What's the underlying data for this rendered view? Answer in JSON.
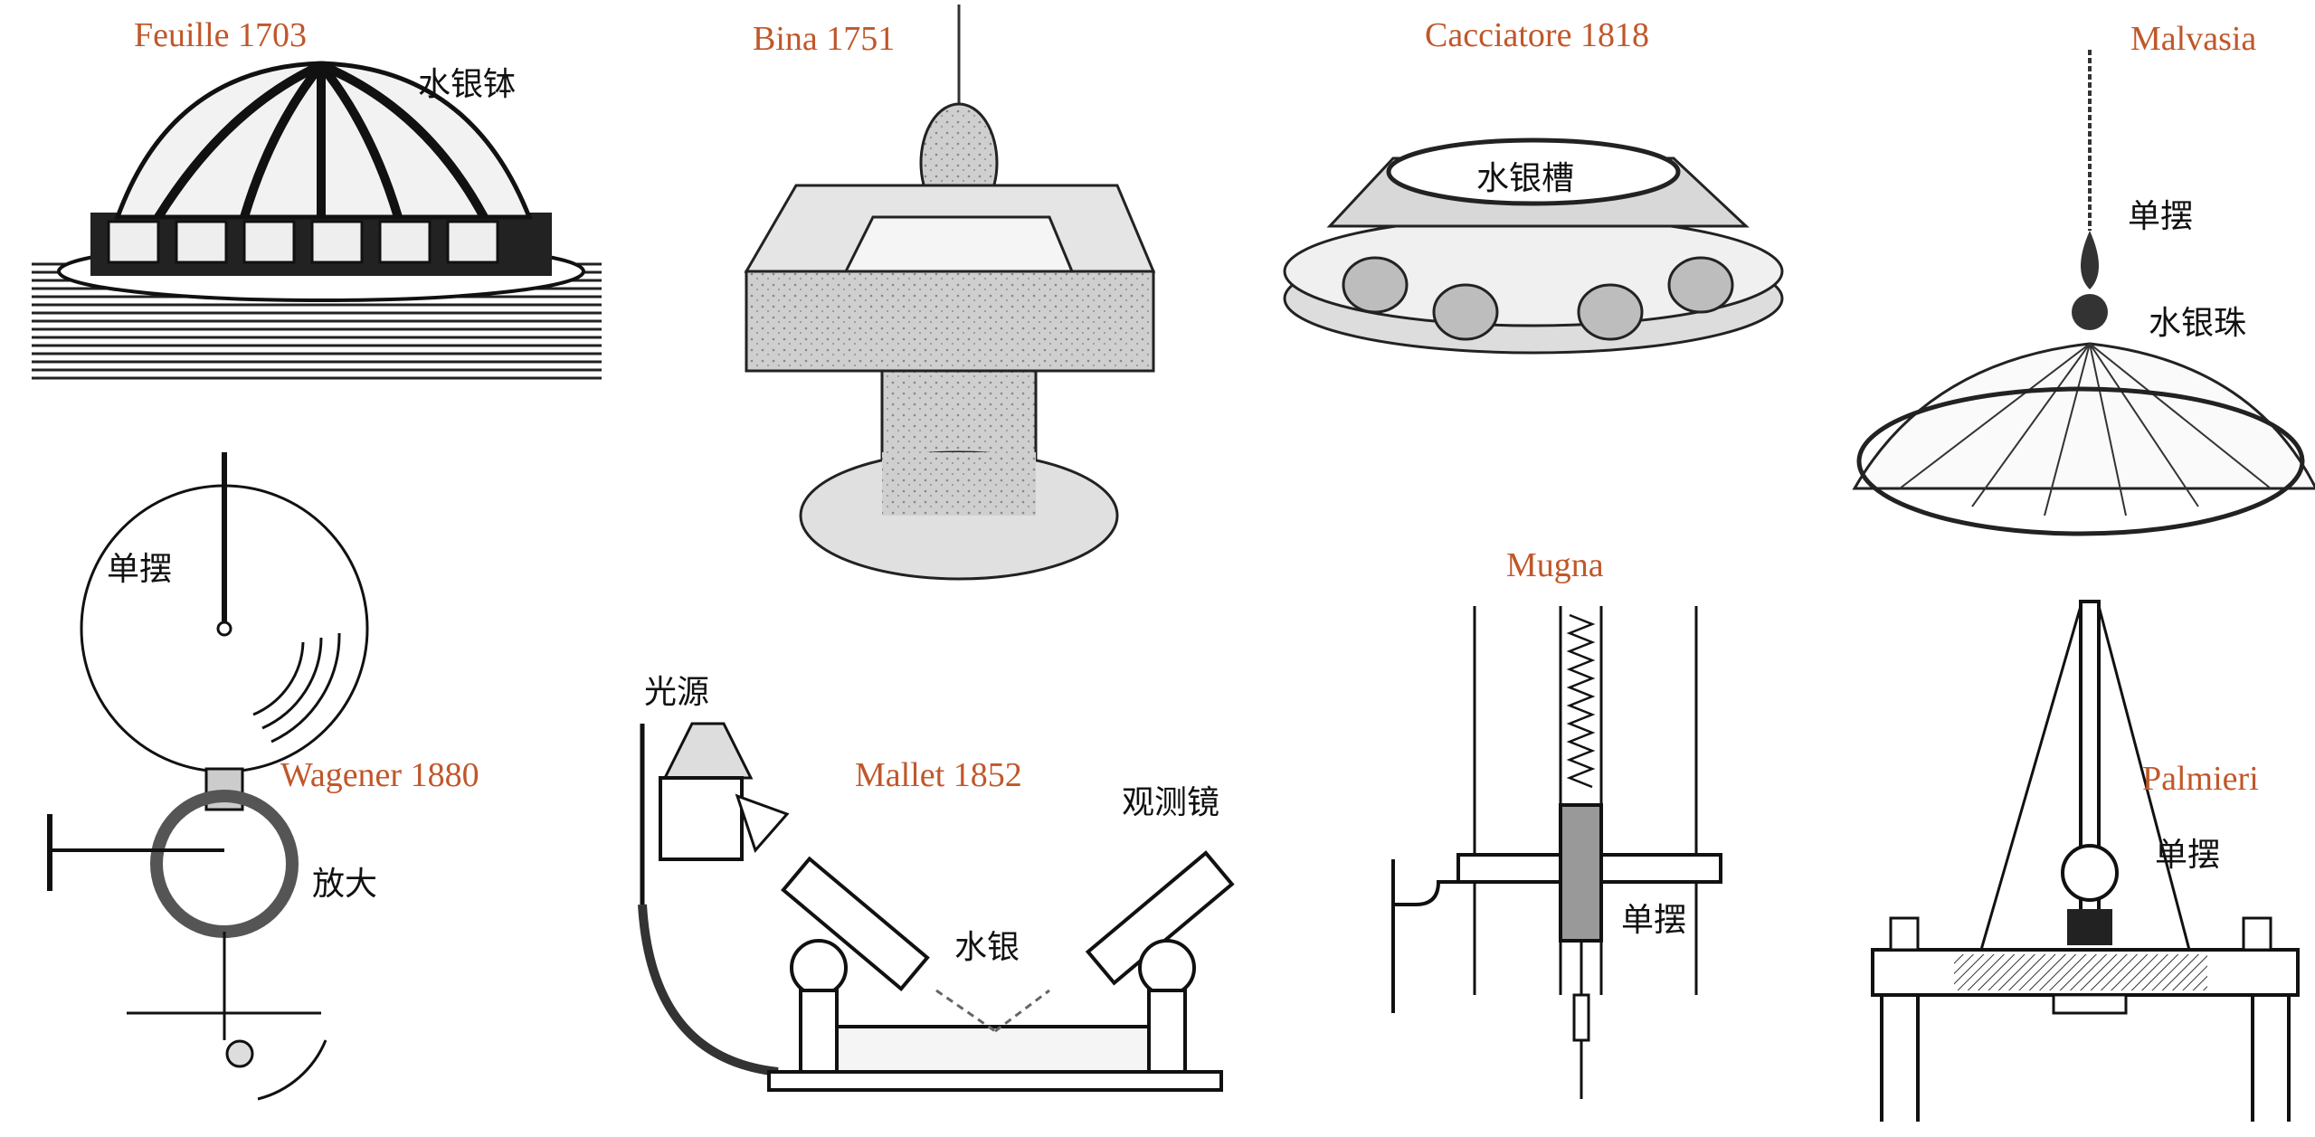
{
  "panels": {
    "feuille": {
      "title": "Feuille 1703",
      "label": "水银钵"
    },
    "bina": {
      "title": "Bina 1751"
    },
    "cacciatore": {
      "title": "Cacciatore 1818",
      "label": "水银槽"
    },
    "malvasia": {
      "title": "Malvasia",
      "labels": [
        "单摆",
        "水银珠"
      ]
    },
    "wagener": {
      "title": "Wagener 1880",
      "labels": [
        "单摆",
        "放大"
      ]
    },
    "mallet": {
      "title": "Mallet 1852",
      "labels": [
        "光源",
        "观测镜",
        "水银"
      ]
    },
    "mugna": {
      "title": "Mugna",
      "label": "单摆"
    },
    "palmieri": {
      "title": "Palmieri",
      "label": "单摆"
    }
  },
  "colors": {
    "title": "#c0572a",
    "ink": "#111111"
  }
}
